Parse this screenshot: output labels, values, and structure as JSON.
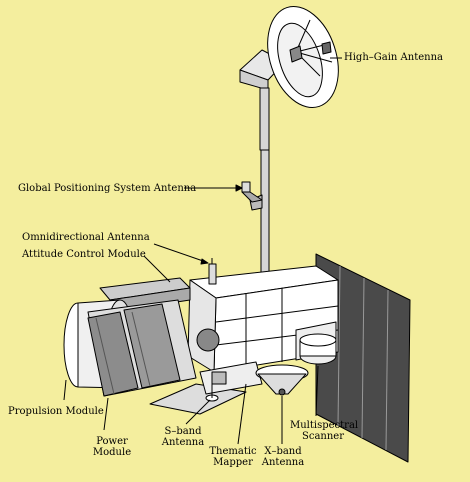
{
  "labels": {
    "high_gain_antenna": "High–Gain Antenna",
    "gps_antenna": "Global Positioning System Antenna",
    "omni_antenna": "Omnidirectional Antenna",
    "attitude_control": "Attitude Control Module",
    "propulsion_module": "Propulsion Module",
    "power_module_1": "Power",
    "power_module_2": "Module",
    "s_band_1": "S–band",
    "s_band_2": "Antenna",
    "thematic_1": "Thematic",
    "thematic_2": "Mapper",
    "x_band_1": "X–band",
    "x_band_2": "Antenna",
    "multispectral_1": "Multispectral",
    "multispectral_2": "Scanner"
  },
  "colors": {
    "background": "#f4ee9e",
    "body": "#ffffff",
    "shade": "#d6d6d6",
    "dark": "#9a9a9a",
    "panel": "#4a4a4a",
    "line": "#000000"
  }
}
